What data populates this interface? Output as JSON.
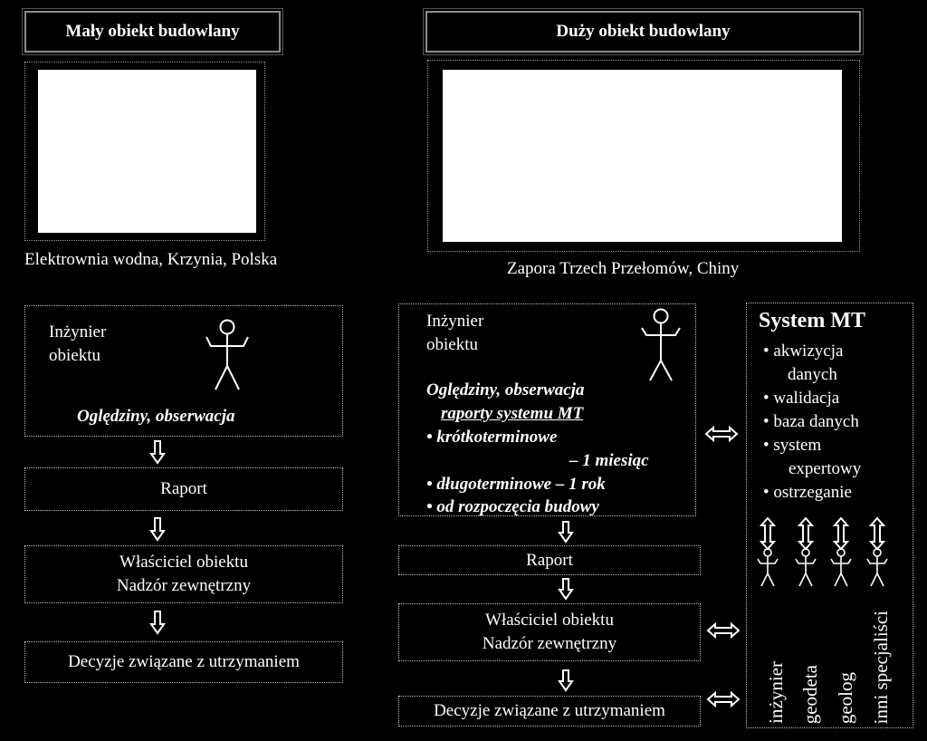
{
  "left": {
    "title": "Mały obiekt budowlany",
    "caption": "Elektrownia wodna,  Krzynia, Polska",
    "engineer_box": {
      "label_line1": "Inżynier",
      "label_line2": "obiektu",
      "activity": "Oględziny, obserwacja"
    },
    "report": "Raport",
    "owner_line1": "Właściciel obiektu",
    "owner_line2": "Nadzór zewnętrzny",
    "decisions": "Decyzje związane z utrzymaniem"
  },
  "right": {
    "title": "Duży obiekt budowlany",
    "caption": "Zapora Trzech Przełomów, Chiny",
    "engineer_box": {
      "label_line1": "Inżynier",
      "label_line2": "obiektu",
      "activity": "Oględziny, obserwacja",
      "reports_heading": "raporty systemu MT",
      "items": [
        "• krótkoterminowe",
        "– 1 miesiąc",
        "• długoterminowe – 1 rok",
        "• od rozpoczęcia budowy"
      ]
    },
    "report": "Raport",
    "owner_line1": "Właściciel obiektu",
    "owner_line2": "Nadzór zewnętrzny",
    "decisions": "Decyzje związane z utrzymaniem"
  },
  "system": {
    "title": "System MT",
    "features": [
      "• akwizycja",
      "danych",
      "• walidacja",
      "• baza danych",
      "• system",
      "expertowy",
      "• ostrzeganie"
    ],
    "roles": [
      "inżynier",
      "geodeta",
      "geolog",
      "inni specjaliści"
    ]
  },
  "colors": {
    "background": "#000000",
    "text": "#ffffff",
    "border": "#bdbdbd",
    "photo": "#ffffff"
  }
}
